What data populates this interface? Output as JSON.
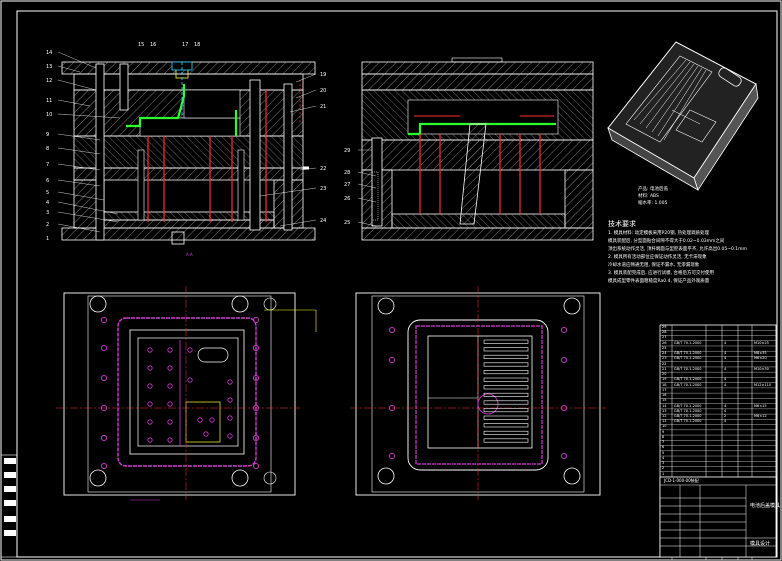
{
  "drawing": {
    "background": "#000000",
    "line_color": "#ffffff",
    "accent_magenta": "#d23cd2",
    "accent_red": "#ff3030",
    "accent_green": "#2cff2c",
    "accent_cyan": "#30d8ff",
    "accent_yellow": "#ffff30"
  },
  "section_a_numbers": [
    "14",
    "13",
    "12",
    "11",
    "10",
    "9",
    "8",
    "7",
    "6",
    "5",
    "4",
    "3",
    "2",
    "1"
  ],
  "section_a_top_numbers": [
    "15",
    "16",
    "17",
    "18"
  ],
  "section_a_right_numbers": [
    "19",
    "20",
    "21",
    "22",
    "23",
    "24"
  ],
  "section_b_numbers": [
    "29",
    "28",
    "27",
    "26",
    "25"
  ],
  "product_info": {
    "line1": "产品: 电池后盖",
    "line2": "材料: ABS",
    "line3": "缩水率: 1.005"
  },
  "tech_notes": {
    "title": "技术要求",
    "lines": [
      "1. 模具材料: 动定模板采用P20钢, 热处理调质处理",
      "模具装配后, 分型面贴合间隙不得大于0.02~0.03mm之间",
      "顶出系统动作灵活, 顶杆端面与型腔表面平齐, 允许高出0.05~0.1mm",
      "2. 模具所有活动部位应保证动作灵活, 无卡滞现象",
      "冷却水道应畅通无阻, 保证不漏水, 无渗漏现象",
      "3. 模具装配完成后, 应进行试模, 合格后方可交付使用",
      "模具成型零件表面粗糙度Ra0.4, 保证产品外观质量"
    ]
  },
  "bom_rows": [
    {
      "no": "29",
      "name": "",
      "qty": "",
      "mat": "",
      "note": ""
    },
    {
      "no": "28",
      "name": "",
      "qty": "",
      "mat": "",
      "note": ""
    },
    {
      "no": "27",
      "name": "",
      "qty": "",
      "mat": "",
      "note": ""
    },
    {
      "no": "26",
      "name": "GB/T 70.1-2000",
      "qty": "4",
      "mat": "",
      "note": "M10×25"
    },
    {
      "no": "25",
      "name": "",
      "qty": "",
      "mat": "",
      "note": ""
    },
    {
      "no": "24",
      "name": "GB/T 70.1-2000",
      "qty": "4",
      "mat": "",
      "note": "M8×35"
    },
    {
      "no": "23",
      "name": "GB/T 70.1-2000",
      "qty": "4",
      "mat": "",
      "note": "M6×20"
    },
    {
      "no": "22",
      "name": "",
      "qty": "",
      "mat": "",
      "note": ""
    },
    {
      "no": "21",
      "name": "GB/T 70.1-2000",
      "qty": "4",
      "mat": "",
      "note": "M10×30"
    },
    {
      "no": "20",
      "name": "",
      "qty": "",
      "mat": "",
      "note": ""
    },
    {
      "no": "19",
      "name": "GB/T 70.1-2000",
      "qty": "4",
      "mat": "",
      "note": ""
    },
    {
      "no": "18",
      "name": "GB/T 70.1-2000",
      "qty": "4",
      "mat": "",
      "note": "M12×110"
    },
    {
      "no": "17",
      "name": "",
      "qty": "",
      "mat": "",
      "note": ""
    },
    {
      "no": "16",
      "name": "",
      "qty": "",
      "mat": "",
      "note": ""
    },
    {
      "no": "15",
      "name": "",
      "qty": "",
      "mat": "",
      "note": ""
    },
    {
      "no": "14",
      "name": "GB/T 70.1-2000",
      "qty": "4",
      "mat": "",
      "note": "M6×15"
    },
    {
      "no": "13",
      "name": "GB/T 70.1-2000",
      "qty": "4",
      "mat": "",
      "note": ""
    },
    {
      "no": "12",
      "name": "GB/T 70.1-2000",
      "qty": "2",
      "mat": "",
      "note": "M6×12"
    },
    {
      "no": "11",
      "name": "GB/T 70.1-2000",
      "qty": "4",
      "mat": "",
      "note": ""
    },
    {
      "no": "10",
      "name": "",
      "qty": "",
      "mat": "",
      "note": ""
    },
    {
      "no": "9",
      "name": "",
      "qty": "",
      "mat": "",
      "note": ""
    },
    {
      "no": "8",
      "name": "",
      "qty": "",
      "mat": "",
      "note": ""
    },
    {
      "no": "7",
      "name": "",
      "qty": "",
      "mat": "",
      "note": ""
    },
    {
      "no": "6",
      "name": "",
      "qty": "",
      "mat": "",
      "note": ""
    },
    {
      "no": "5",
      "name": "",
      "qty": "",
      "mat": "",
      "note": ""
    },
    {
      "no": "4",
      "name": "",
      "qty": "",
      "mat": "",
      "note": ""
    },
    {
      "no": "3",
      "name": "",
      "qty": "",
      "mat": "",
      "note": ""
    },
    {
      "no": "2",
      "name": "",
      "qty": "",
      "mat": "",
      "note": ""
    },
    {
      "no": "1",
      "name": "",
      "qty": "",
      "mat": "",
      "note": ""
    }
  ],
  "title_block": {
    "drawing_name": "电池后盖模具",
    "drawing_no": "JCD-1-000-00装配",
    "company": "模具设计"
  }
}
